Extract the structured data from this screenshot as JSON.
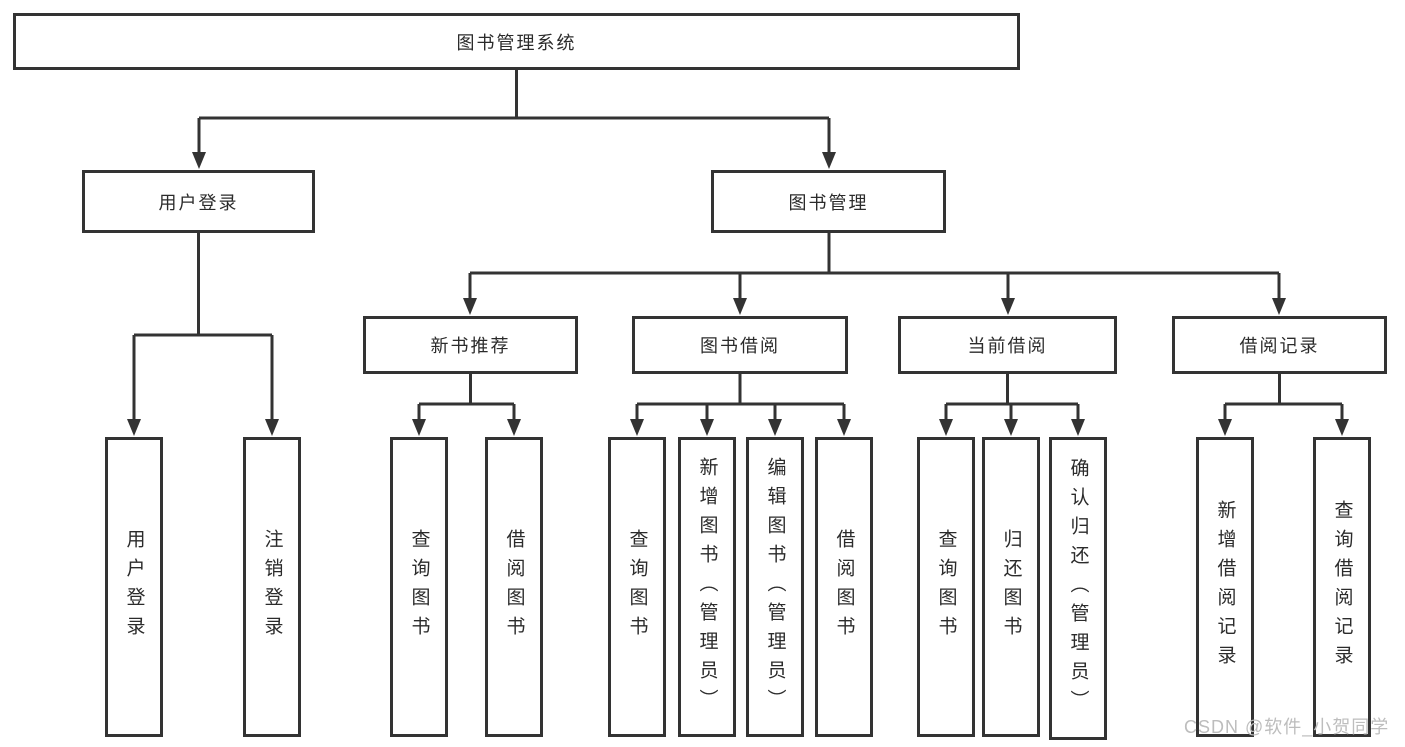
{
  "tree": {
    "root": {
      "label": "图书管理系统"
    },
    "level2": [
      {
        "label": "用户登录",
        "children": [
          {
            "label": "用户登录"
          },
          {
            "label": "注销登录"
          }
        ]
      },
      {
        "label": "图书管理",
        "children": [
          {
            "label": "新书推荐",
            "children": [
              {
                "label": "查询图书"
              },
              {
                "label": "借阅图书"
              }
            ]
          },
          {
            "label": "图书借阅",
            "children": [
              {
                "label": "查询图书"
              },
              {
                "label": "新增图书（管理员）"
              },
              {
                "label": "编辑图书（管理员）"
              },
              {
                "label": "借阅图书"
              }
            ]
          },
          {
            "label": "当前借阅",
            "children": [
              {
                "label": "查询图书"
              },
              {
                "label": "归还图书"
              },
              {
                "label": "确认归还（管理员）"
              }
            ]
          },
          {
            "label": "借阅记录",
            "children": [
              {
                "label": "新增借阅记录"
              },
              {
                "label": "查询借阅记录"
              }
            ]
          }
        ]
      }
    ]
  },
  "watermark": {
    "text": "CSDN @软件_小贺同学"
  },
  "colors": {
    "line": "#333333",
    "border": "#333333",
    "text": "#2b2b2b",
    "watermark": "#bdbdbd",
    "background": "#ffffff"
  }
}
